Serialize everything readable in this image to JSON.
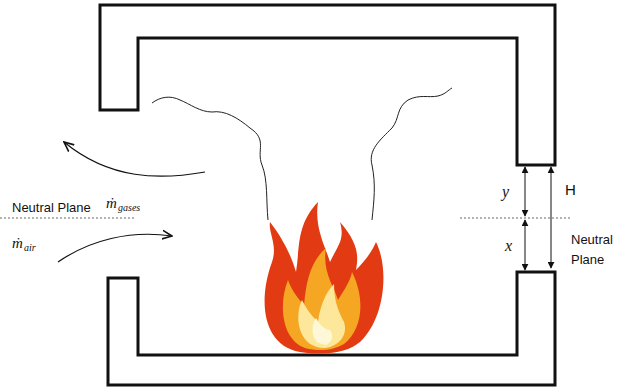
{
  "diagram": {
    "labels": [
      "ṁ",
      "gases",
      "Neutral Plane",
      "ṁ",
      "air",
      "y",
      "H",
      "x",
      "Neutral Plane"
    ]
  }
}
